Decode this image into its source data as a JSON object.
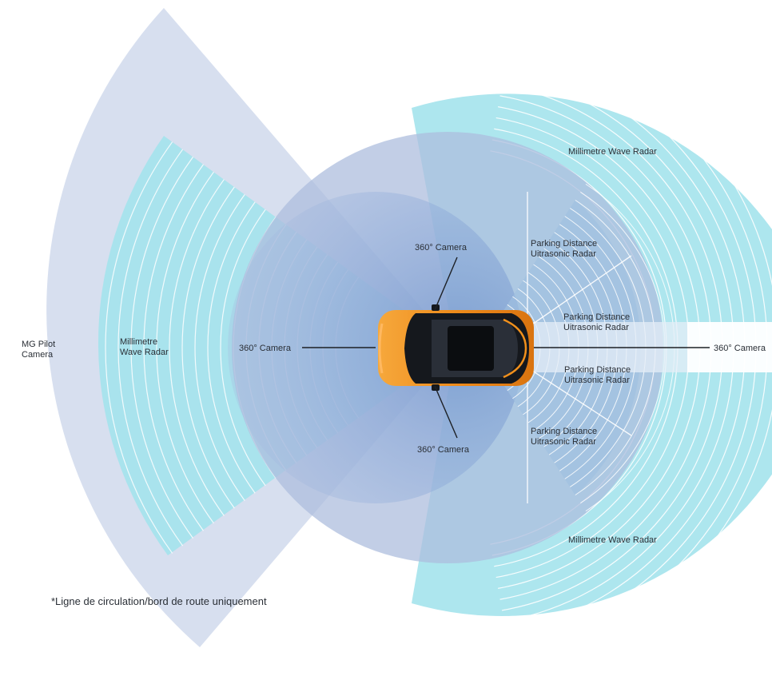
{
  "labels": {
    "mg_pilot_camera": [
      "MG Pilot",
      "Camera"
    ],
    "mmw_radar_left": [
      "Millimetre",
      "Wave Radar"
    ],
    "camera_left": "360° Camera",
    "camera_top": "360° Camera",
    "camera_bottom": "360° Camera",
    "camera_right": "360°  Camera",
    "mmw_radar_top_right": "Millimetre Wave Radar",
    "mmw_radar_bottom_right": "Millimetre Wave Radar",
    "pdc_radar_1": [
      "Parking Distance",
      "Uitrasonic Radar"
    ],
    "pdc_radar_2": [
      "Parking Distance",
      "Uitrasonic Radar"
    ],
    "pdc_radar_3": [
      "Parking Distance",
      "Uitrasonic Radar"
    ],
    "pdc_radar_4": [
      "Parking Distance",
      "Uitrasonic Radar"
    ]
  },
  "footnote": "*Ligne de circulation/bord de route uniquement",
  "colors": {
    "pilot_camera_fov": "#c9d4ea",
    "radar_cyan": "#a4e3ec",
    "camera_zone": "#aebedd",
    "camera_core": "#7fa1d3",
    "car_body": "#f0901c",
    "car_roof": "#15181d"
  }
}
